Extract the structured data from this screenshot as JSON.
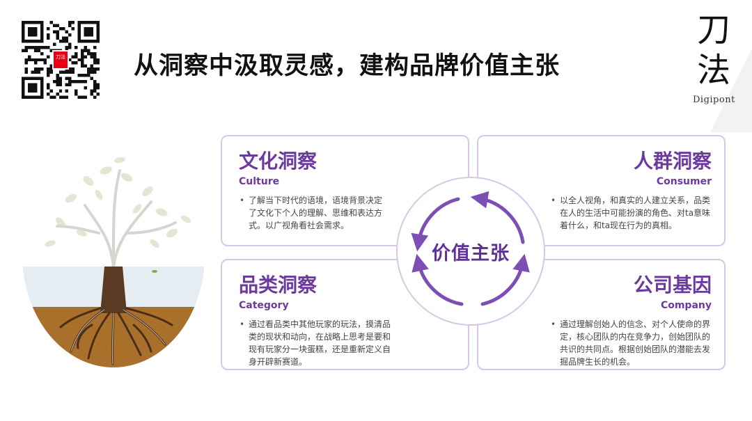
{
  "header": {
    "title": "从洞察中汲取灵感，建构品牌价值主张",
    "qr_badge_text": "刀法",
    "logo_chars": "刀法",
    "logo_sub": "Digipont"
  },
  "center": {
    "label": "价值主张"
  },
  "cards": {
    "culture": {
      "title": "文化洞察",
      "subtitle": "Culture",
      "text": "了解当下时代的语境，语境背景决定了文化下个人的理解、思维和表达方式。以广视角看社会需求。"
    },
    "consumer": {
      "title": "人群洞察",
      "subtitle": "Consumer",
      "text": "以全人视角，和真实的人建立关系，品类在人的生活中可能扮演的角色、对ta意味着什么，和ta现在行为的真相。"
    },
    "category": {
      "title": "品类洞察",
      "subtitle": "Category",
      "text": "通过看品类中其他玩家的玩法，摸清品类的现状和动向，在战略上思考是要和现有玩家分一块蛋糕，还是重新定义自身开辟新赛道。"
    },
    "company": {
      "title": "公司基因",
      "subtitle": "Company",
      "text": "通过理解创始人的信念、对个人使命的界定，核心团队的内在竞争力，创始团队的共识的共同点。根据创始团队的潜能去发掘品牌生长的机会。"
    }
  },
  "colors": {
    "accent": "#6b3a9c",
    "card_border": "#d9c6e6",
    "soil": "#a8702a",
    "sky": "#e8eef3",
    "badge": "#e60012"
  },
  "icons": {
    "qr": "qr-code-icon",
    "tree": "tree-roots-illustration",
    "cycle": "cycle-arrows-icon"
  }
}
